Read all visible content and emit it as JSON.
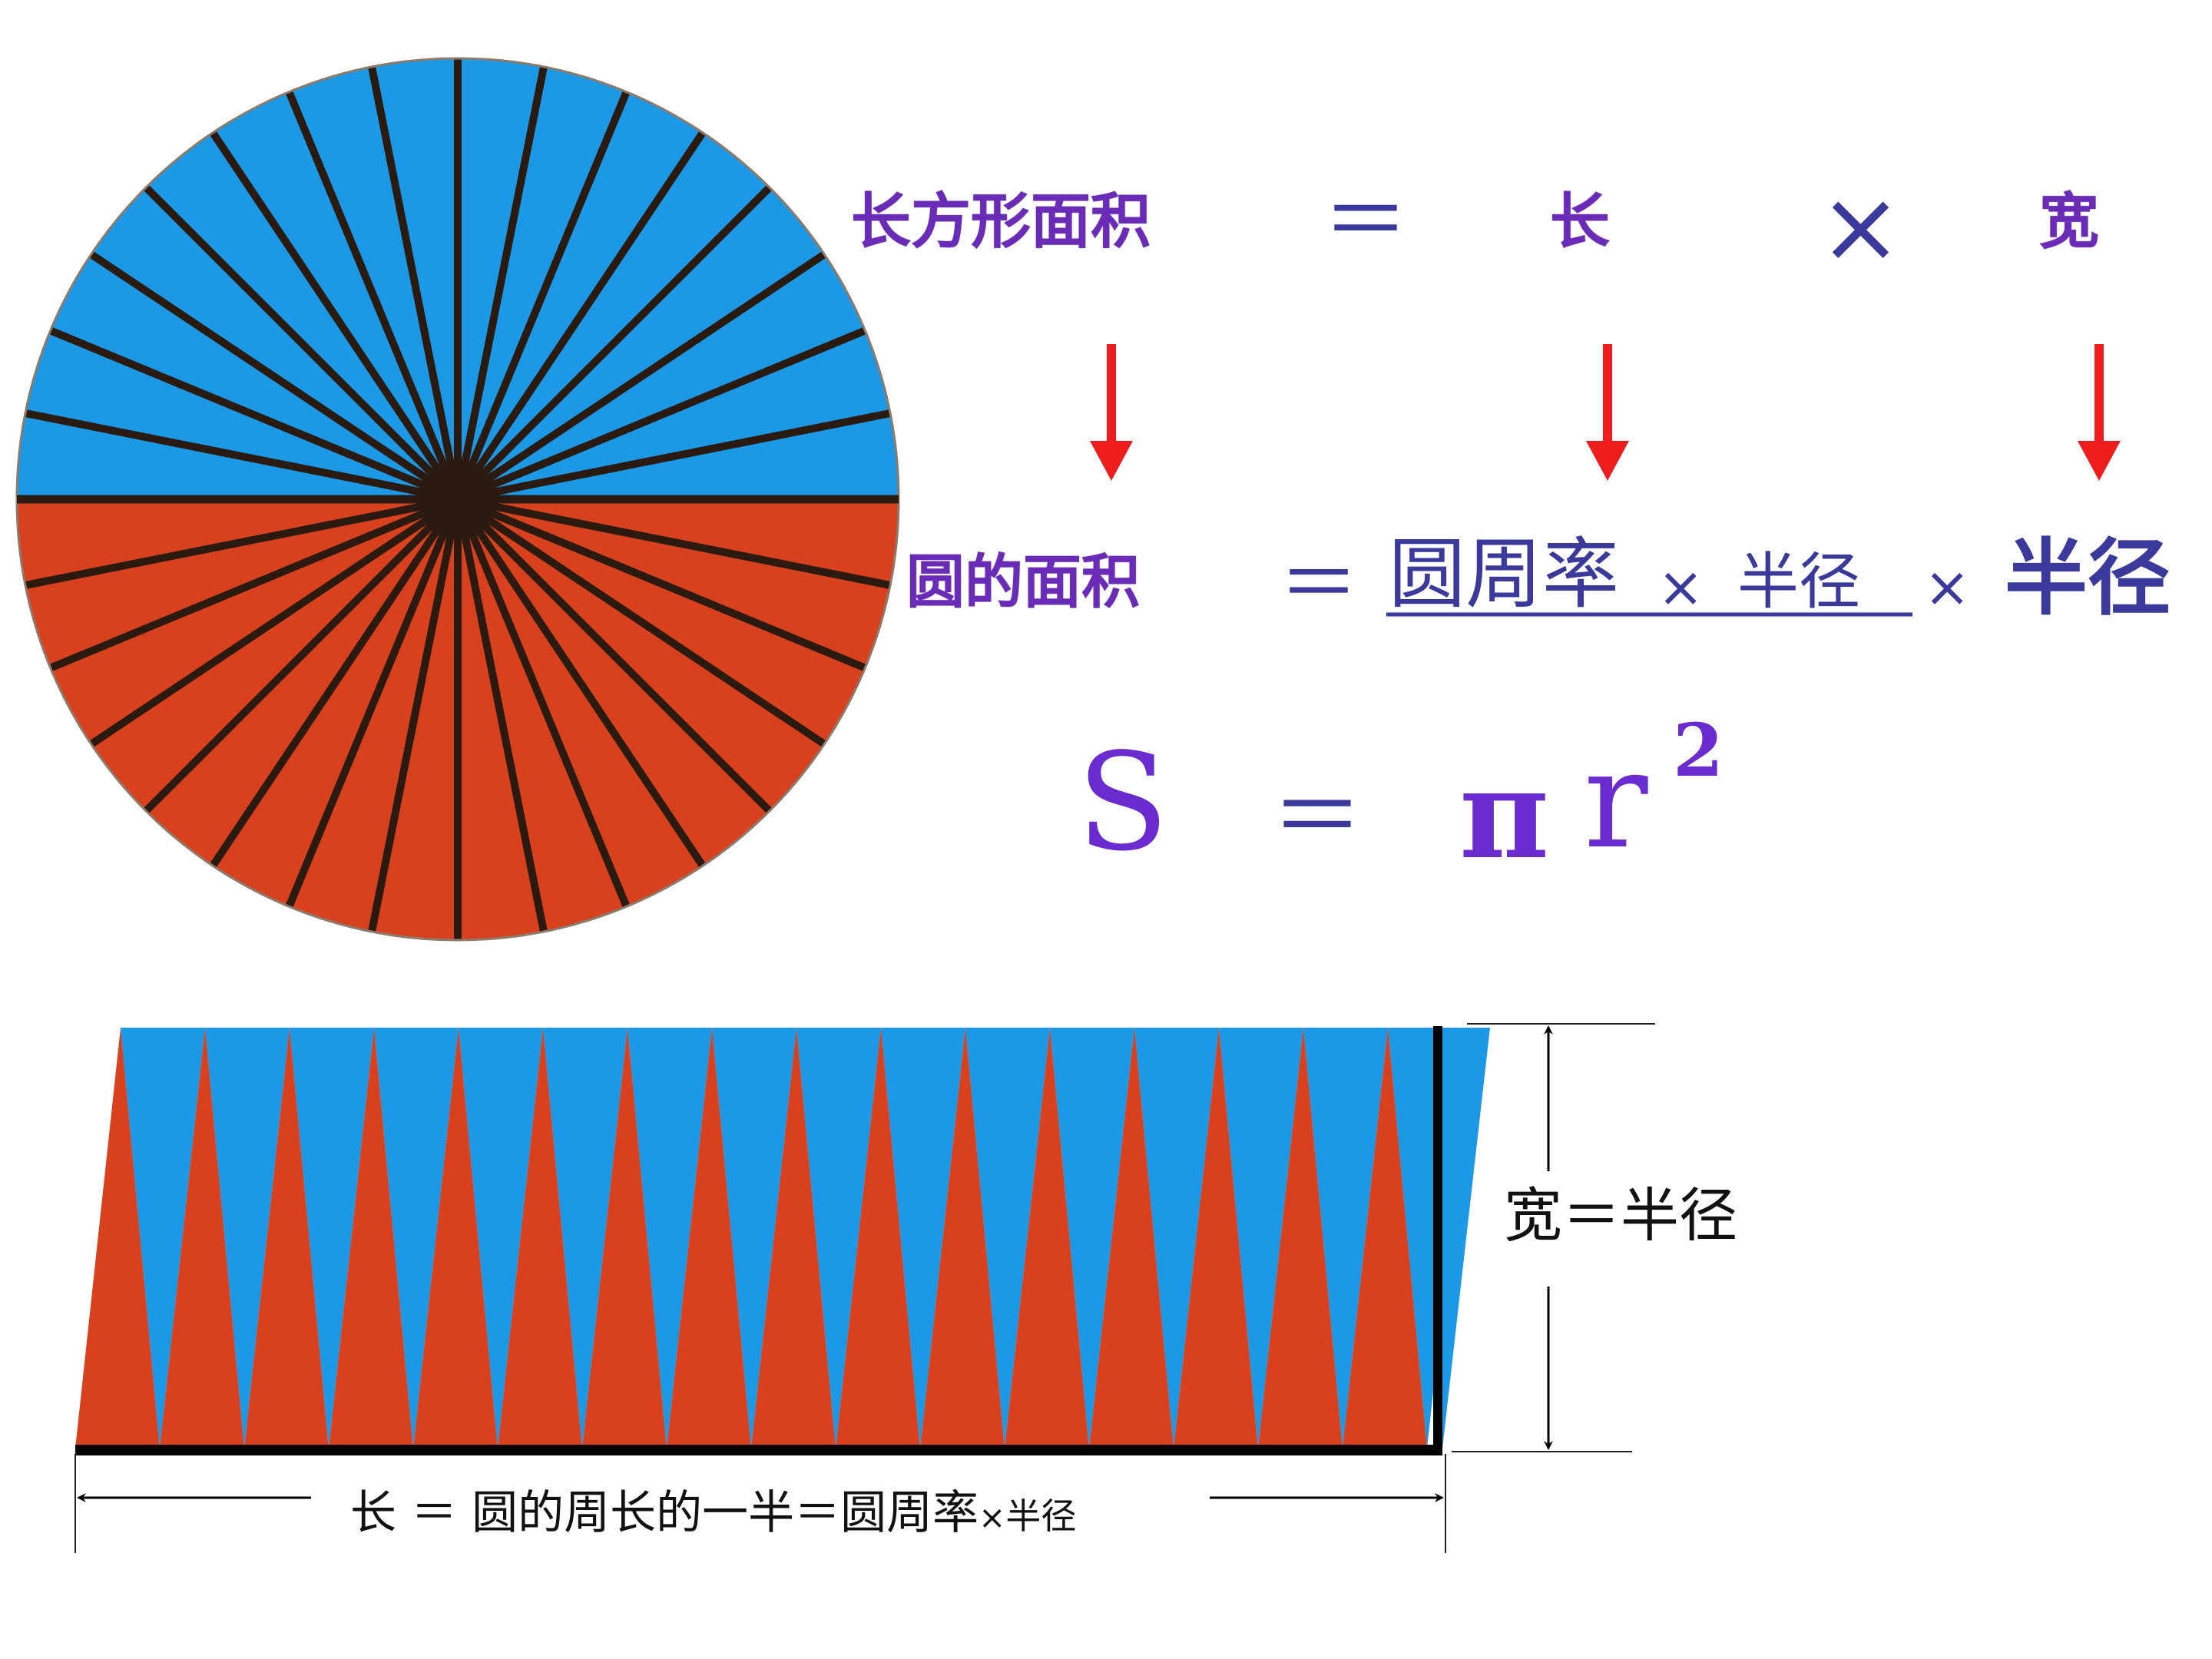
{
  "colors": {
    "blue": "#1b98e6",
    "red": "#d9411e",
    "spoke": "#2a1a10",
    "purple": "#6a2bb8",
    "navy": "#3b3a9c",
    "arrow": "#ee1c1c"
  },
  "circle": {
    "sectors": 32
  },
  "strip": {
    "teeth": 16
  },
  "rect_formula": {
    "name": "长方形面积",
    "eq": "＝",
    "length": "长",
    "times": "×",
    "width": "宽"
  },
  "circle_formula": {
    "name": "圆的面积",
    "eq": "＝",
    "pi_word": "圆周率",
    "times1": "×",
    "radius1": "半径",
    "times2": "×",
    "radius2": "半径"
  },
  "symbolic": {
    "S": "S",
    "eq": "＝",
    "pi": "π",
    "r": "r",
    "exp": "2"
  },
  "labels": {
    "width_label": "宽＝半径",
    "length_label_main": "长 ＝ 圆的周长的一半＝圆周率",
    "length_label_times": "×",
    "length_label_radius": "半径"
  }
}
